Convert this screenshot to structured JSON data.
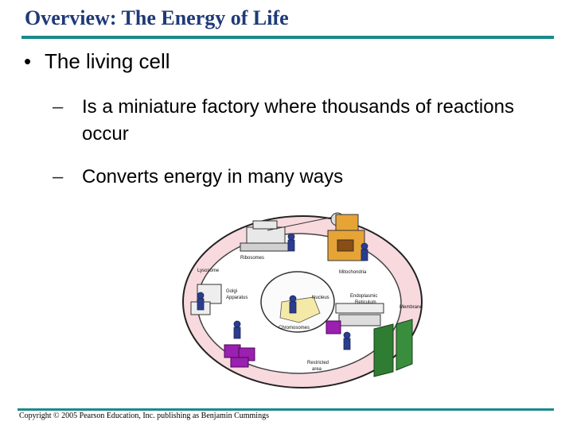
{
  "slide": {
    "title": "Overview: The Energy of Life",
    "bullet": {
      "marker": "•",
      "text": "The living cell",
      "subpoints": [
        {
          "marker": "–",
          "text": "Is a miniature factory where thousands of reactions occur"
        },
        {
          "marker": "–",
          "text": "Converts energy in many ways"
        }
      ]
    },
    "figure": {
      "labels": {
        "ribosomes": "Ribosomes",
        "lysosome": "Lysosome",
        "mitochondria": "Mitochondria",
        "golgi_line1": "Golgi",
        "golgi_line2": "Apparatus",
        "nucleus": "Nucleus",
        "er_line1": "Endoplasmic",
        "er_line2": "Reticulum",
        "membrane": "Membrane",
        "chromosomes": "Chromosomes",
        "restricted_line1": "Restricted",
        "restricted_line2": "area"
      }
    },
    "copyright": "Copyright © 2005 Pearson Education, Inc. publishing as Benjamin Cummings",
    "colors": {
      "title": "#1f3a78",
      "rule": "#1a8a8a",
      "cell_fill": "#f7d9de",
      "door": "#2e7d32"
    }
  }
}
